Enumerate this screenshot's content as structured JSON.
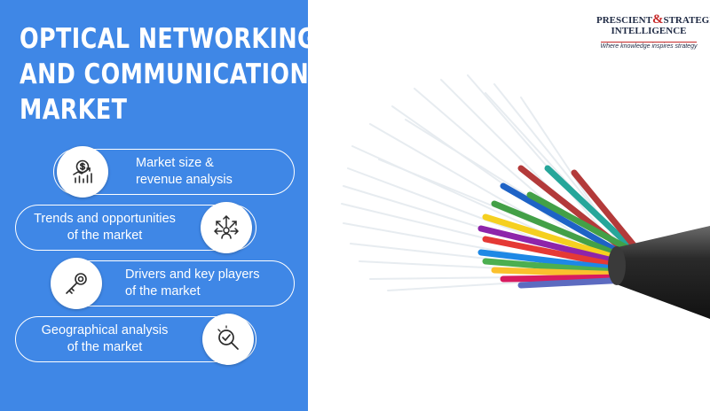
{
  "title": {
    "line1": "OPTICAL NETWORKING",
    "line2": "AND COMMUNICATION",
    "line3": "MARKET"
  },
  "logo": {
    "word1": "PRESCIENT",
    "ampersand": "&",
    "word2": "STRATEGIC",
    "line2": "INTELLIGENCE",
    "tagline": "Where knowledge inspires strategy"
  },
  "features": [
    {
      "line1": "Market size &",
      "line2": "revenue analysis",
      "icon": "dollar-growth-icon"
    },
    {
      "line1": "Trends and opportunities",
      "line2": "of the market",
      "icon": "network-person-icon"
    },
    {
      "line1": "Drivers and key players",
      "line2": "of the market",
      "icon": "key-icon"
    },
    {
      "line1": "Geographical analysis",
      "line2": "of the market",
      "icon": "magnifier-check-icon"
    }
  ],
  "colors": {
    "panel": "#3f87e6",
    "text_on_panel": "#ffffff",
    "logo_accent": "#c62828",
    "logo_text": "#1f2a44",
    "cable_jacket": "#2a2a2a"
  }
}
